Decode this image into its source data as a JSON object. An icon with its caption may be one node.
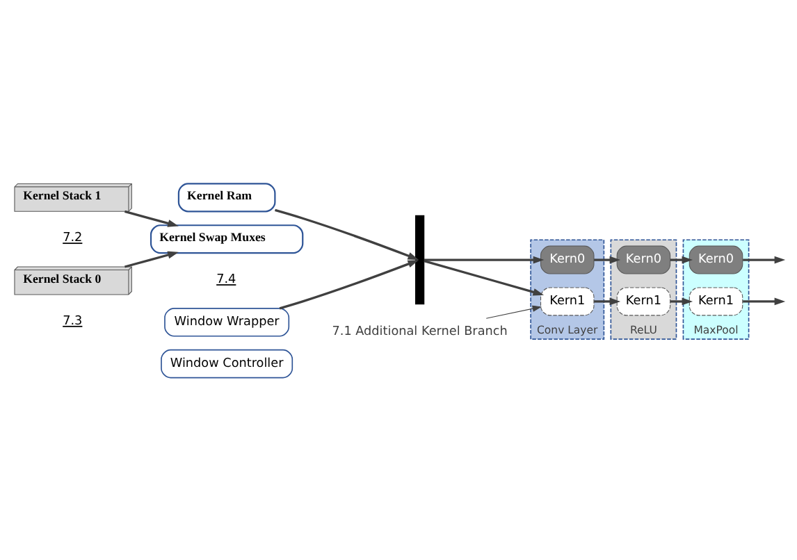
{
  "diagram": {
    "nodes": [
      {
        "text": [
          "Kernel Stack 1"
        ],
        "beside": [
          "7.2"
        ]
      },
      {
        "text": [
          "Kernel Stack 0"
        ],
        "beside": [
          "7.3"
        ]
      },
      {
        "text": [
          "Kernel Ram"
        ]
      },
      {
        "text": [
          "Kernel Swap Muxes"
        ],
        "beside": [
          "7.4"
        ]
      },
      {
        "text": [
          "Window Wrapper"
        ]
      },
      {
        "text": [
          "Window Controller"
        ]
      },
      {
        "text": [],
        "shape": "bar"
      },
      {
        "text": [
          "Conv Layer"
        ]
      },
      {
        "text": [
          "Kern0"
        ],
        "in": 7
      },
      {
        "text": [
          "Kern1"
        ],
        "in": 7
      },
      {
        "text": [
          "ReLU"
        ]
      },
      {
        "text": [
          "Kern0"
        ],
        "in": 10
      },
      {
        "text": [
          "Kern1"
        ],
        "in": 10
      },
      {
        "text": [
          "MaxPool"
        ]
      },
      {
        "text": [
          "Kern0"
        ],
        "in": 13
      },
      {
        "text": [
          "Kern1"
        ],
        "in": 13
      },
      {
        "text": [
          "7.1 Additional Kernel Branch"
        ]
      }
    ],
    "edges": [
      {
        "from": 0,
        "to": 3,
        "arrow": "to"
      },
      {
        "from": 1,
        "to": 3,
        "arrow": "to"
      },
      {
        "from": 2,
        "to": 6,
        "arrow": "to"
      },
      {
        "from": 4,
        "to": 6,
        "arrow": "to"
      },
      {
        "from": 6,
        "to": 8,
        "arrow": "to"
      },
      {
        "from": 6,
        "to": 9,
        "arrow": "to"
      },
      {
        "from": 8,
        "to": 11,
        "arrow": "to"
      },
      {
        "from": 9,
        "to": 12,
        "arrow": "to"
      },
      {
        "from": 11,
        "to": 14,
        "arrow": "to"
      },
      {
        "from": 12,
        "to": 15,
        "arrow": "to"
      },
      {
        "from": 14,
        "to": null,
        "arrow": "to"
      },
      {
        "from": 15,
        "to": null,
        "arrow": "to"
      },
      {
        "from": 16,
        "to": 9,
        "arrow": "to"
      }
    ]
  }
}
